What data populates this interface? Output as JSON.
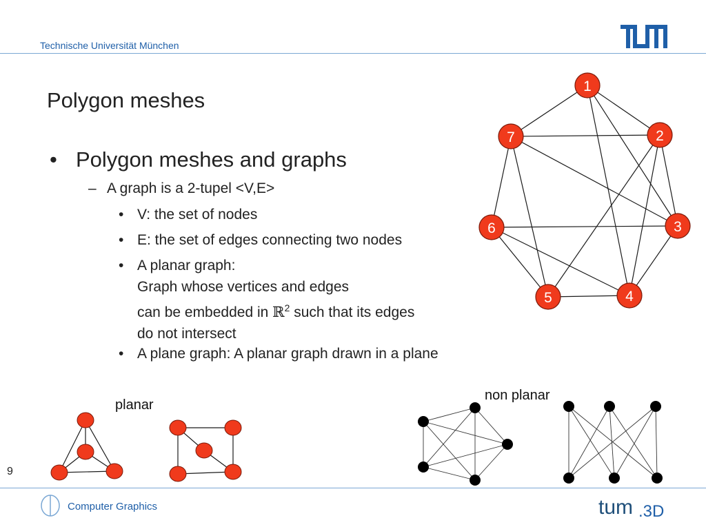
{
  "header": {
    "university": "Technische Universität München",
    "logo_text": "TUM"
  },
  "slide": {
    "title": "Polygon meshes",
    "bullet_l1": "Polygon meshes and graphs",
    "bullet_l2": "A graph is a 2-tupel <V,E>",
    "bullets_l3": {
      "v": "V: the set of nodes",
      "e": "E: the set of edges connecting two nodes",
      "planar_1": "A planar graph:",
      "planar_2": "Graph whose vertices and edges",
      "planar_3a": "can be embedded in ",
      "planar_3b": "ℝ",
      "planar_3c": "2",
      "planar_3d": " such that its edges",
      "planar_4": "do not intersect",
      "plane": "A plane graph: A planar graph drawn in a plane"
    }
  },
  "big_graph": {
    "node_labels": [
      "1",
      "2",
      "3",
      "4",
      "5",
      "6",
      "7"
    ]
  },
  "small_graphs": {
    "planar_label": "planar",
    "non_planar_label": "non planar"
  },
  "footer": {
    "label": "Computer Graphics",
    "page_number": "9",
    "logo_text": "tum.3D"
  },
  "colors": {
    "accent_blue": "#1f5fa8",
    "node_red": "#f03a1c",
    "rule_blue": "#7aa7d4"
  }
}
